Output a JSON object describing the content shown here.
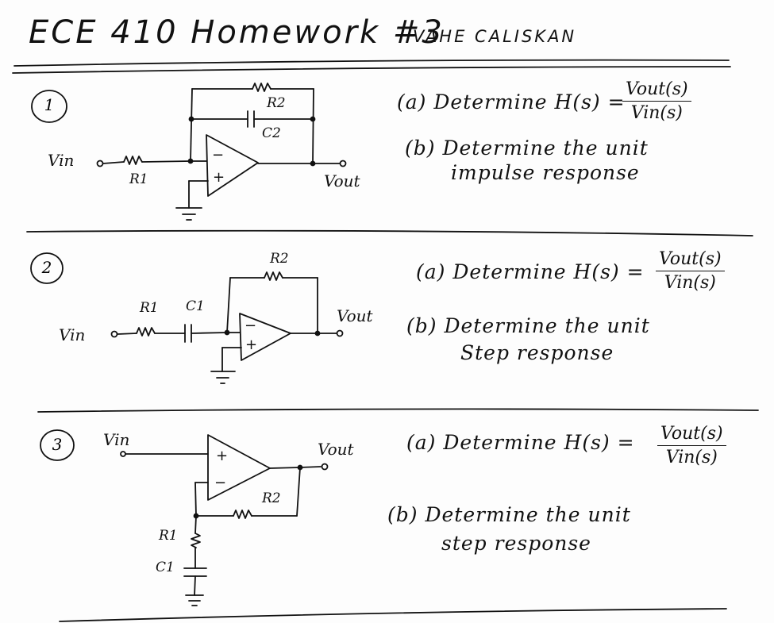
{
  "header": {
    "title": "ECE 410 Homework #3",
    "author": "VAHE CALISKAN"
  },
  "problems": [
    {
      "number": "1",
      "labels": {
        "vin": "Vin",
        "vout": "Vout",
        "r1": "R1",
        "r2": "R2",
        "c2": "C2"
      },
      "part_a": "(a) Determine H(s) =",
      "numerator": "Vout(s)",
      "denominator": "Vin(s)",
      "part_b_line1": "(b) Determine the unit",
      "part_b_line2": "impulse response"
    },
    {
      "number": "2",
      "labels": {
        "vin": "Vin",
        "vout": "Vout",
        "r1": "R1",
        "c1": "C1",
        "r2": "R2"
      },
      "part_a": "(a) Determine H(s) =",
      "numerator": "Vout(s)",
      "denominator": "Vin(s)",
      "part_b_line1": "(b) Determine the unit",
      "part_b_line2": "Step response"
    },
    {
      "number": "3",
      "labels": {
        "vin": "Vin",
        "vout": "Vout",
        "r2": "R2",
        "r1": "R1",
        "c1": "C1"
      },
      "part_a": "(a) Determine H(s) =",
      "numerator": "Vout(s)",
      "denominator": "Vin(s)",
      "part_b_line1": "(b) Determine the unit",
      "part_b_line2": "step response"
    }
  ]
}
